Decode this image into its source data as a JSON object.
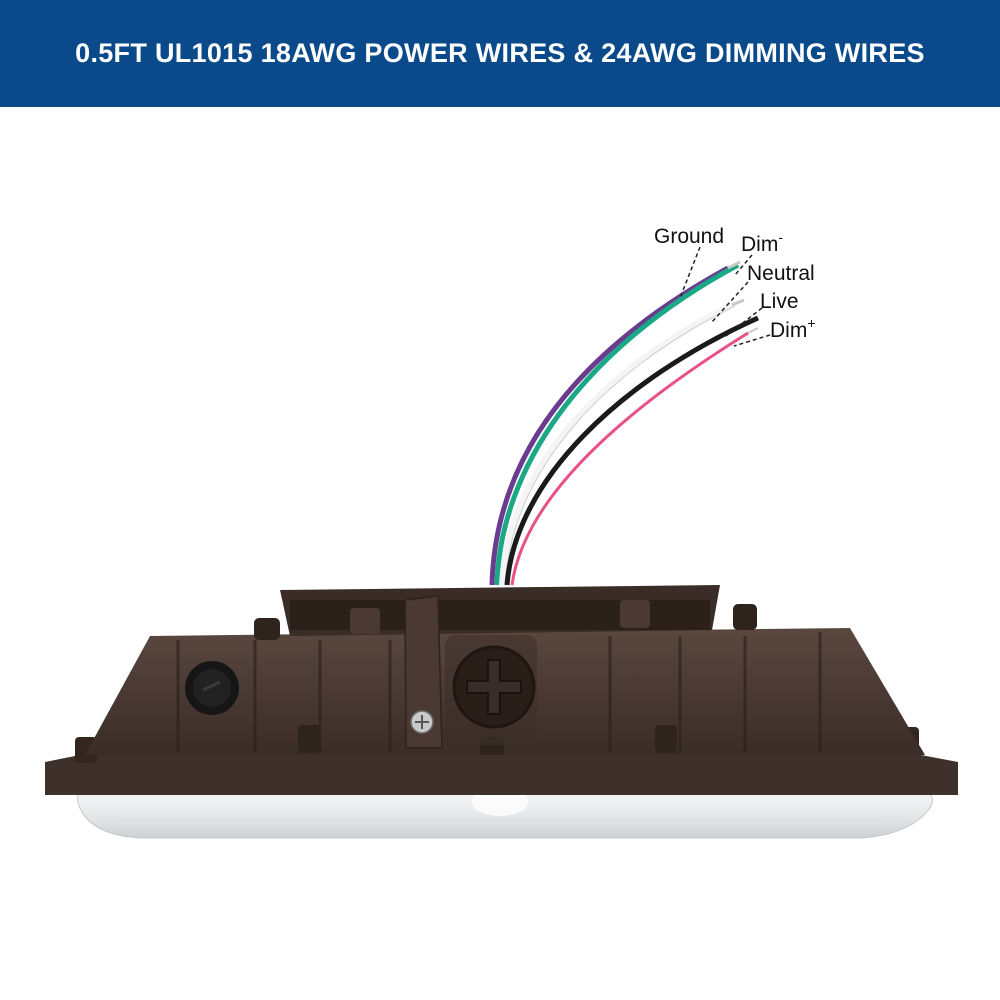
{
  "header": {
    "title": "0.5FT UL1015 18AWG POWER WIRES & 24AWG DIMMING WIRES",
    "background_color": "#0a4a8a",
    "text_color": "#ffffff"
  },
  "wire_labels": {
    "ground": "Ground",
    "dim_minus": "Dim",
    "dim_minus_sign": "-",
    "neutral": "Neutral",
    "live": "Live",
    "dim_plus": "Dim",
    "dim_plus_sign": "+"
  },
  "colors": {
    "housing": "#4a3a33",
    "ground_wire": "#1aa886",
    "neutral_wire": "#f4f4f4",
    "live_wire": "#1a1a1a",
    "dim_plus_wire": "#e8508a",
    "dim_minus_wire": "#6a3b8f"
  }
}
